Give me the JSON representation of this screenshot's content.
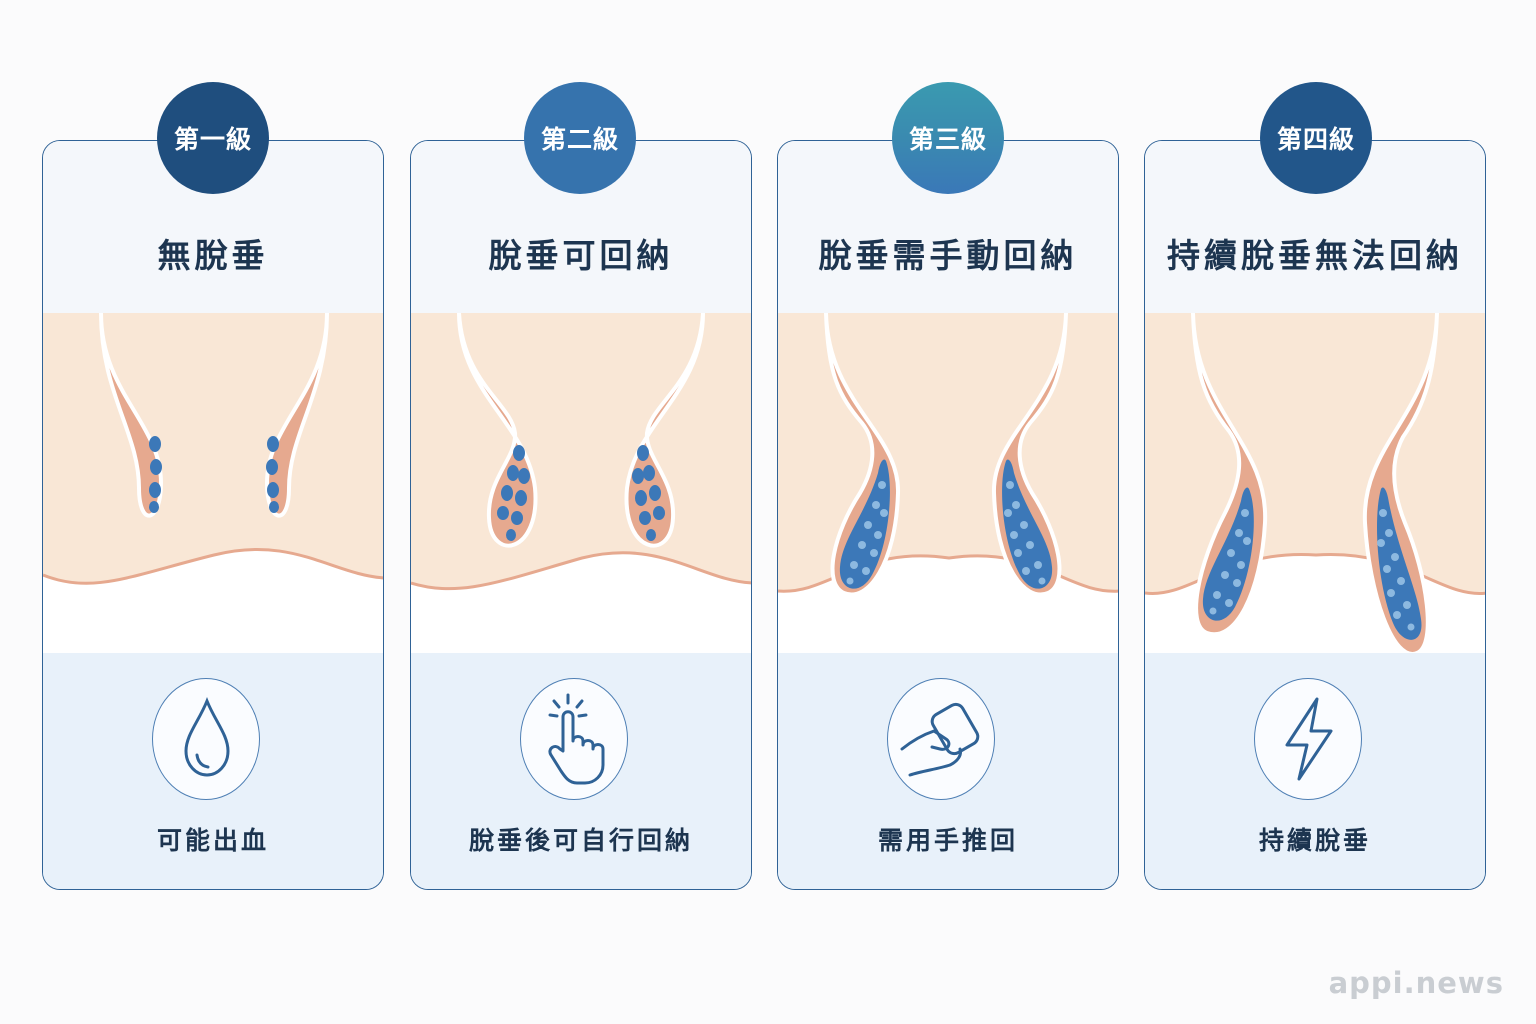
{
  "grades": [
    {
      "badge": "第一級",
      "title": "無脫垂",
      "caption": "可能出血",
      "icon": "water-drop-icon"
    },
    {
      "badge": "第二級",
      "title": "脫垂可回納",
      "caption": "脫垂後可自行回納",
      "icon": "tap-finger-icon"
    },
    {
      "badge": "第三級",
      "title": "脫垂需手動回納",
      "caption": "需用手推回",
      "icon": "hand-push-icon"
    },
    {
      "badge": "第四級",
      "title": "持續脫垂無法回納",
      "caption": "持續脫垂",
      "icon": "lightning-bolt-icon"
    }
  ],
  "watermark": "appi.news",
  "colors": {
    "badges": [
      "#1f4e7e",
      "#3673ad",
      "#3a8fb0",
      "#22568a"
    ],
    "border": "#2f6296",
    "text": "#1d3550",
    "tissue": "#f9e7d6",
    "wall": "#e6a98f",
    "vessel": "#3c78b8"
  }
}
